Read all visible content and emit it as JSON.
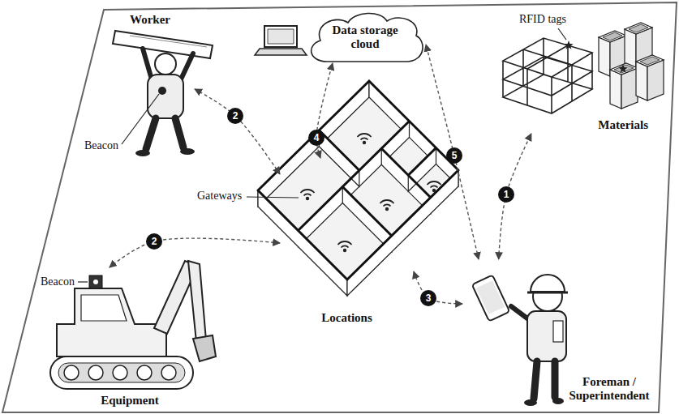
{
  "diagram": {
    "nodes": [
      {
        "text": [
          "Worker"
        ]
      },
      {
        "text": [
          "Data storage cloud"
        ]
      },
      {
        "text": [
          "Materials"
        ]
      },
      {
        "text": [
          "Locations"
        ]
      },
      {
        "text": [
          "Equipment"
        ]
      },
      {
        "text": [
          "Foreman / Superintendent"
        ]
      }
    ],
    "edges": [
      {
        "from": 5,
        "to": 2,
        "label": "1",
        "arrow": "both"
      },
      {
        "from": 3,
        "to": 0,
        "label": "2",
        "arrow": "both"
      },
      {
        "from": 3,
        "to": 4,
        "label": "2",
        "arrow": "both"
      },
      {
        "from": 3,
        "to": 5,
        "label": "3",
        "arrow": "both"
      },
      {
        "from": 3,
        "to": 1,
        "label": "4",
        "arrow": "both"
      },
      {
        "from": 5,
        "to": 1,
        "label": "5",
        "arrow": "both"
      }
    ],
    "labels": [
      "RFID tags",
      "Beacon",
      "Gateways",
      "Beacon"
    ]
  }
}
